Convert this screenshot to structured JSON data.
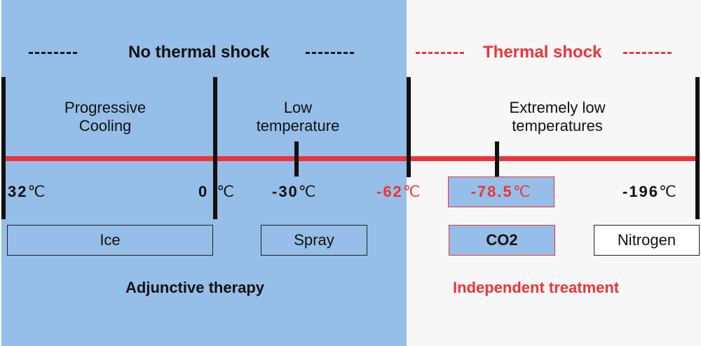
{
  "colors": {
    "left_bg": "#95bee8",
    "right_bg": "#f7f7f7",
    "accent_red": "#ee3338",
    "text_dark": "#111111"
  },
  "headers": {
    "left": {
      "dashes": "--------",
      "label": "No thermal shock"
    },
    "right": {
      "dashes": "--------",
      "label": "Thermal shock"
    }
  },
  "zones": [
    {
      "line1": "Progressive",
      "line2": "Cooling"
    },
    {
      "line1": "Low",
      "line2": "temperature"
    },
    {
      "line1": "Extremely low",
      "line2": "temperatures"
    }
  ],
  "temperatures": [
    {
      "value": "32",
      "unit": "℃"
    },
    {
      "value": "0",
      "unit": "℃"
    },
    {
      "value": "-30",
      "unit": "℃"
    },
    {
      "value": "-62",
      "unit": "℃"
    },
    {
      "value": "-78.5",
      "unit": "℃"
    },
    {
      "value": "-196",
      "unit": "℃"
    }
  ],
  "methods": [
    {
      "label": "Ice"
    },
    {
      "label": "Spray"
    },
    {
      "label": "CO2"
    },
    {
      "label": "Nitrogen"
    }
  ],
  "footers": {
    "left": "Adjunctive therapy",
    "right": "Independent treatment"
  }
}
